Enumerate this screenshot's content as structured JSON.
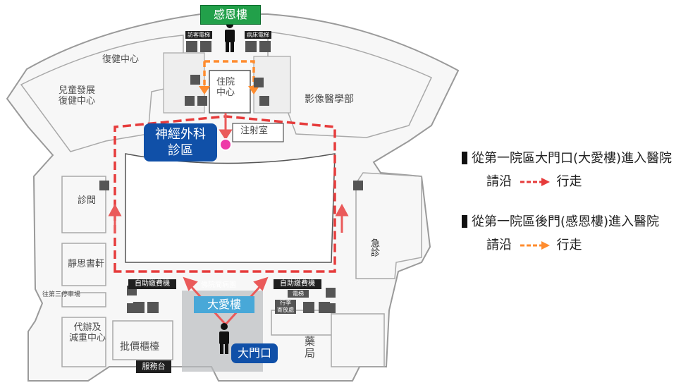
{
  "buildings": {
    "gratitude": "感恩樓",
    "daai": "大愛樓"
  },
  "areas": {
    "rehab": "復健中心",
    "child_rehab": "兒童發展\n復健中心",
    "inpatient": "住院\n中心",
    "imaging": "影像醫學部",
    "injection": "注射室",
    "neuro": "神經外科\n診區",
    "clinic": "診間",
    "meditation": "靜思書軒",
    "parking_to": "往第三停車場",
    "payment": "代辦及\n減重中心",
    "pricing": "批價櫃檯",
    "service": "服務台",
    "pharmacy": "藥\n局",
    "emergency": "急診",
    "buddhist_ward": "佛院間病園",
    "main_gate": "大門口"
  },
  "signs": {
    "visitor_elevator": "訪客電梯",
    "ward_elevator": "病床電梯",
    "self_pay_left": "自助繳費機",
    "self_pay_right": "自助繳費機",
    "elevator": "電梯",
    "luggage": "行李\n寄放處"
  },
  "legend": {
    "item1_title": "從第一院區大門口(大愛樓)進入醫院",
    "item1_pre": "請沿",
    "item1_post": "行走",
    "item2_title": "從第一院區後門(感恩樓)進入醫院",
    "item2_pre": "請沿",
    "item2_post": "行走"
  },
  "colors": {
    "red_route": "#e63b3b",
    "orange_route": "#ff8c2e",
    "gratitude_green": "#22a04a",
    "neuro_blue": "#1050a8",
    "daai_blue": "#48a8d8",
    "gate_blue": "#1050a8",
    "marker_pink": "#ee3aa8"
  }
}
